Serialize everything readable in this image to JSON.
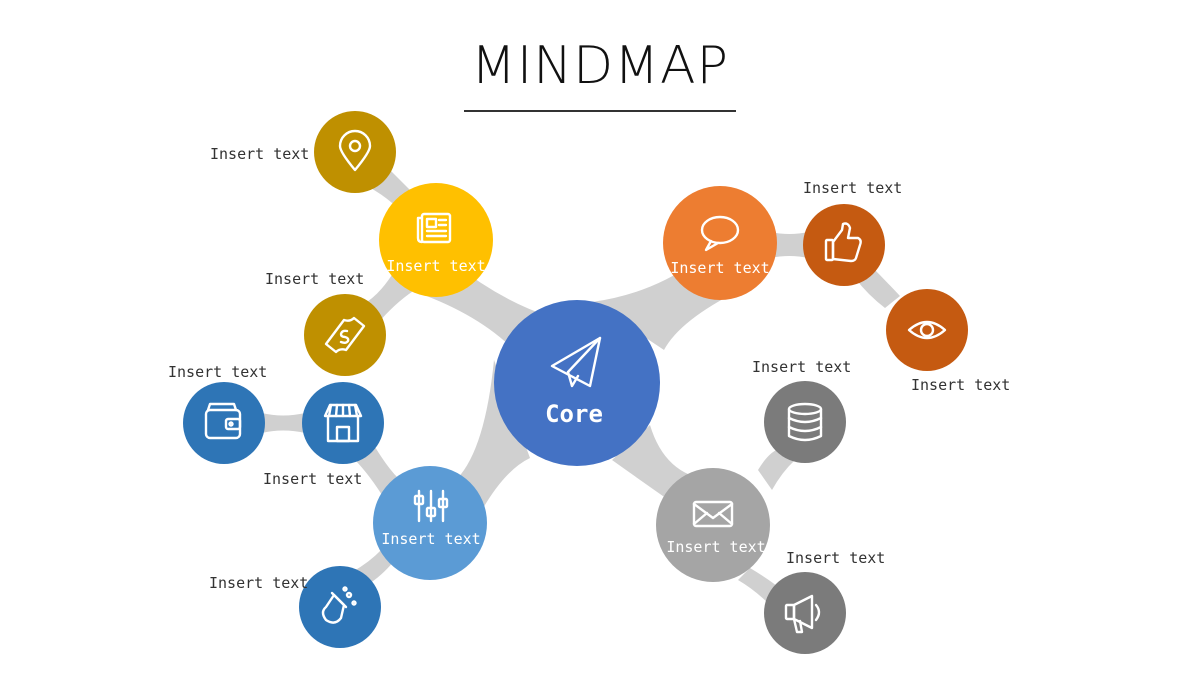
{
  "title": "MINDMAP",
  "colors": {
    "connector": "#d0d0d0",
    "core": "#4472c4",
    "yellow": "#ffc000",
    "gold": "#bf9000",
    "orange": "#ed7d31",
    "dark_orange": "#c55a11",
    "blue": "#2e75b6",
    "light_blue": "#5b9bd5",
    "gray": "#a5a5a5",
    "dark_gray": "#7b7b7b"
  },
  "core": {
    "label": "Core",
    "icon": "paper-plane-icon"
  },
  "nodes": [
    {
      "id": "news",
      "icon": "newspaper-icon",
      "label": "Insert text",
      "color": "#ffc000"
    },
    {
      "id": "location",
      "icon": "location-pin-icon",
      "label": "Insert text",
      "color": "#bf9000"
    },
    {
      "id": "money",
      "icon": "money-icon",
      "label": "Insert text",
      "color": "#bf9000"
    },
    {
      "id": "chat",
      "icon": "chat-bubble-icon",
      "label": "Insert text",
      "color": "#ed7d31"
    },
    {
      "id": "like",
      "icon": "thumbs-up-icon",
      "label": "Insert text",
      "color": "#c55a11"
    },
    {
      "id": "eye",
      "icon": "eye-icon",
      "label": "Insert text",
      "color": "#c55a11"
    },
    {
      "id": "sliders",
      "icon": "sliders-icon",
      "label": "Insert text",
      "color": "#5b9bd5"
    },
    {
      "id": "store",
      "icon": "store-icon",
      "label": "Insert text",
      "color": "#2e75b6"
    },
    {
      "id": "wallet",
      "icon": "wallet-icon",
      "label": "Insert text",
      "color": "#2e75b6"
    },
    {
      "id": "flask",
      "icon": "flask-icon",
      "label": "Insert text",
      "color": "#2e75b6"
    },
    {
      "id": "mail",
      "icon": "envelope-icon",
      "label": "Insert text",
      "color": "#a5a5a5"
    },
    {
      "id": "database",
      "icon": "database-icon",
      "label": "Insert text",
      "color": "#7b7b7b"
    },
    {
      "id": "megaphone",
      "icon": "megaphone-icon",
      "label": "Insert text",
      "color": "#7b7b7b"
    }
  ]
}
